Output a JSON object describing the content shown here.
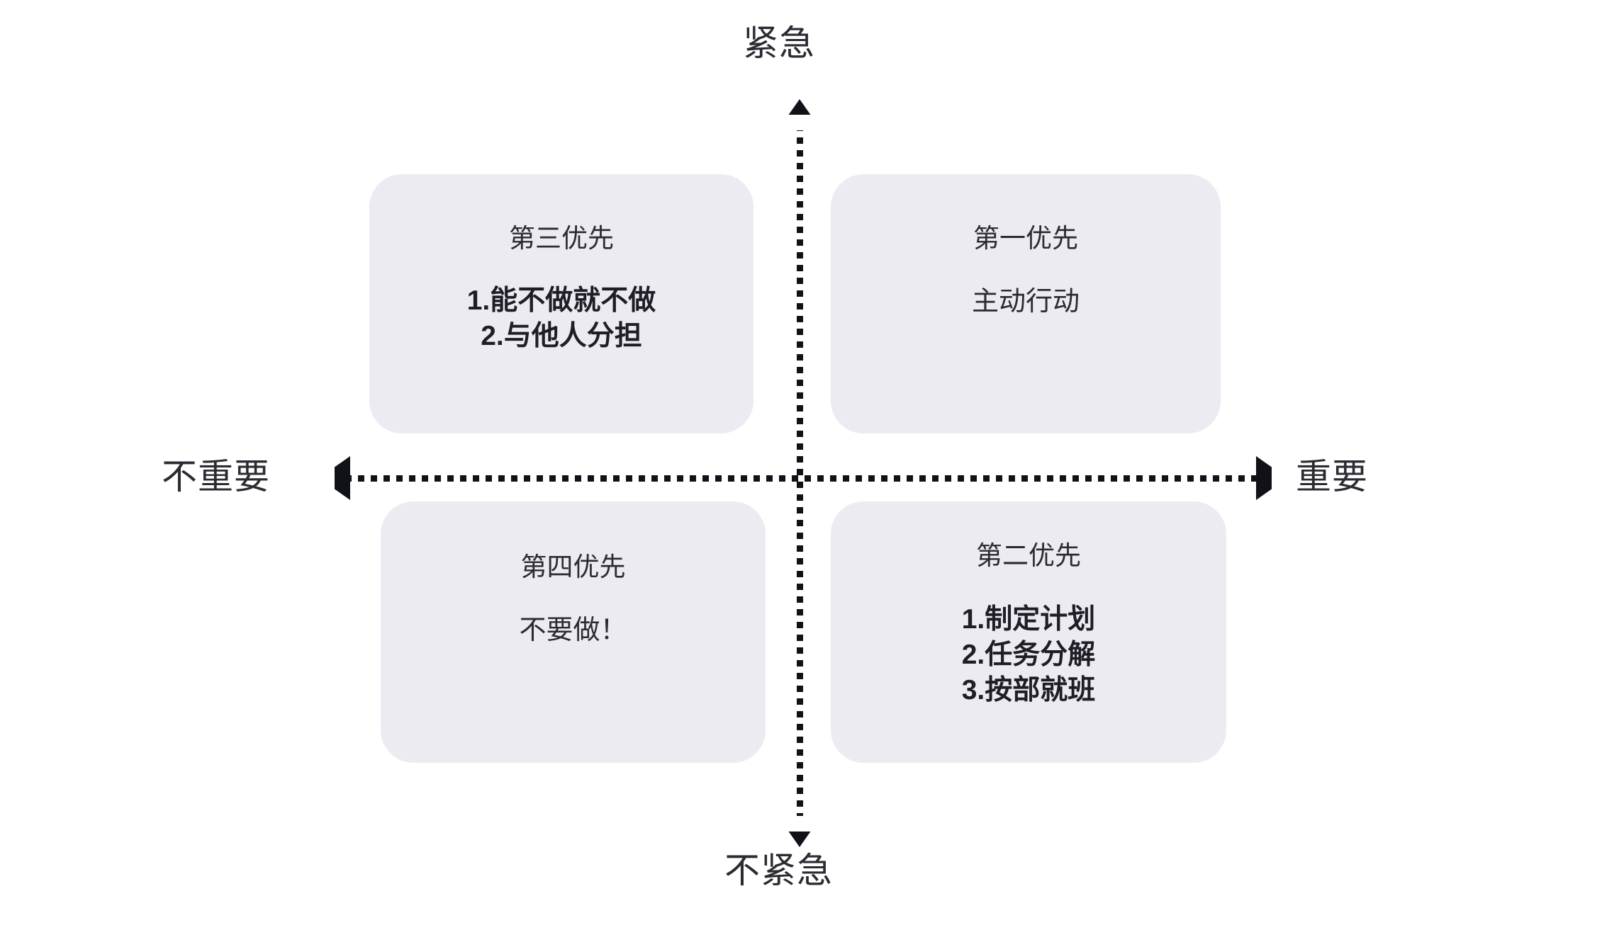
{
  "diagram": {
    "type": "eisenhower-matrix",
    "background_color": "#ffffff",
    "card_color": "#ecebf1",
    "text_color": "#2b2b33",
    "axis_color": "#111118"
  },
  "axes": {
    "vertical": {
      "top_label": "紧急",
      "bottom_label": "不紧急",
      "style": "dotted",
      "arrows": "both"
    },
    "horizontal": {
      "left_label": "不重要",
      "right_label": "重要",
      "style": "dotted",
      "arrows": "both"
    }
  },
  "quadrants": [
    {
      "id": "q3",
      "position": "top-left",
      "meaning": "urgent-not-important",
      "title": "第三优先",
      "lines": [
        "1.能不做就不做",
        "2.与他人分担"
      ]
    },
    {
      "id": "q1",
      "position": "top-right",
      "meaning": "urgent-important",
      "title": "第一优先",
      "lines": [
        "主动行动"
      ]
    },
    {
      "id": "q4",
      "position": "bottom-left",
      "meaning": "not-urgent-not-important",
      "title": "第四优先",
      "lines": [
        "不要做！"
      ]
    },
    {
      "id": "q2",
      "position": "bottom-right",
      "meaning": "not-urgent-important",
      "title": "第二优先",
      "lines": [
        "1.制定计划",
        "2.任务分解",
        "3.按部就班"
      ]
    }
  ]
}
